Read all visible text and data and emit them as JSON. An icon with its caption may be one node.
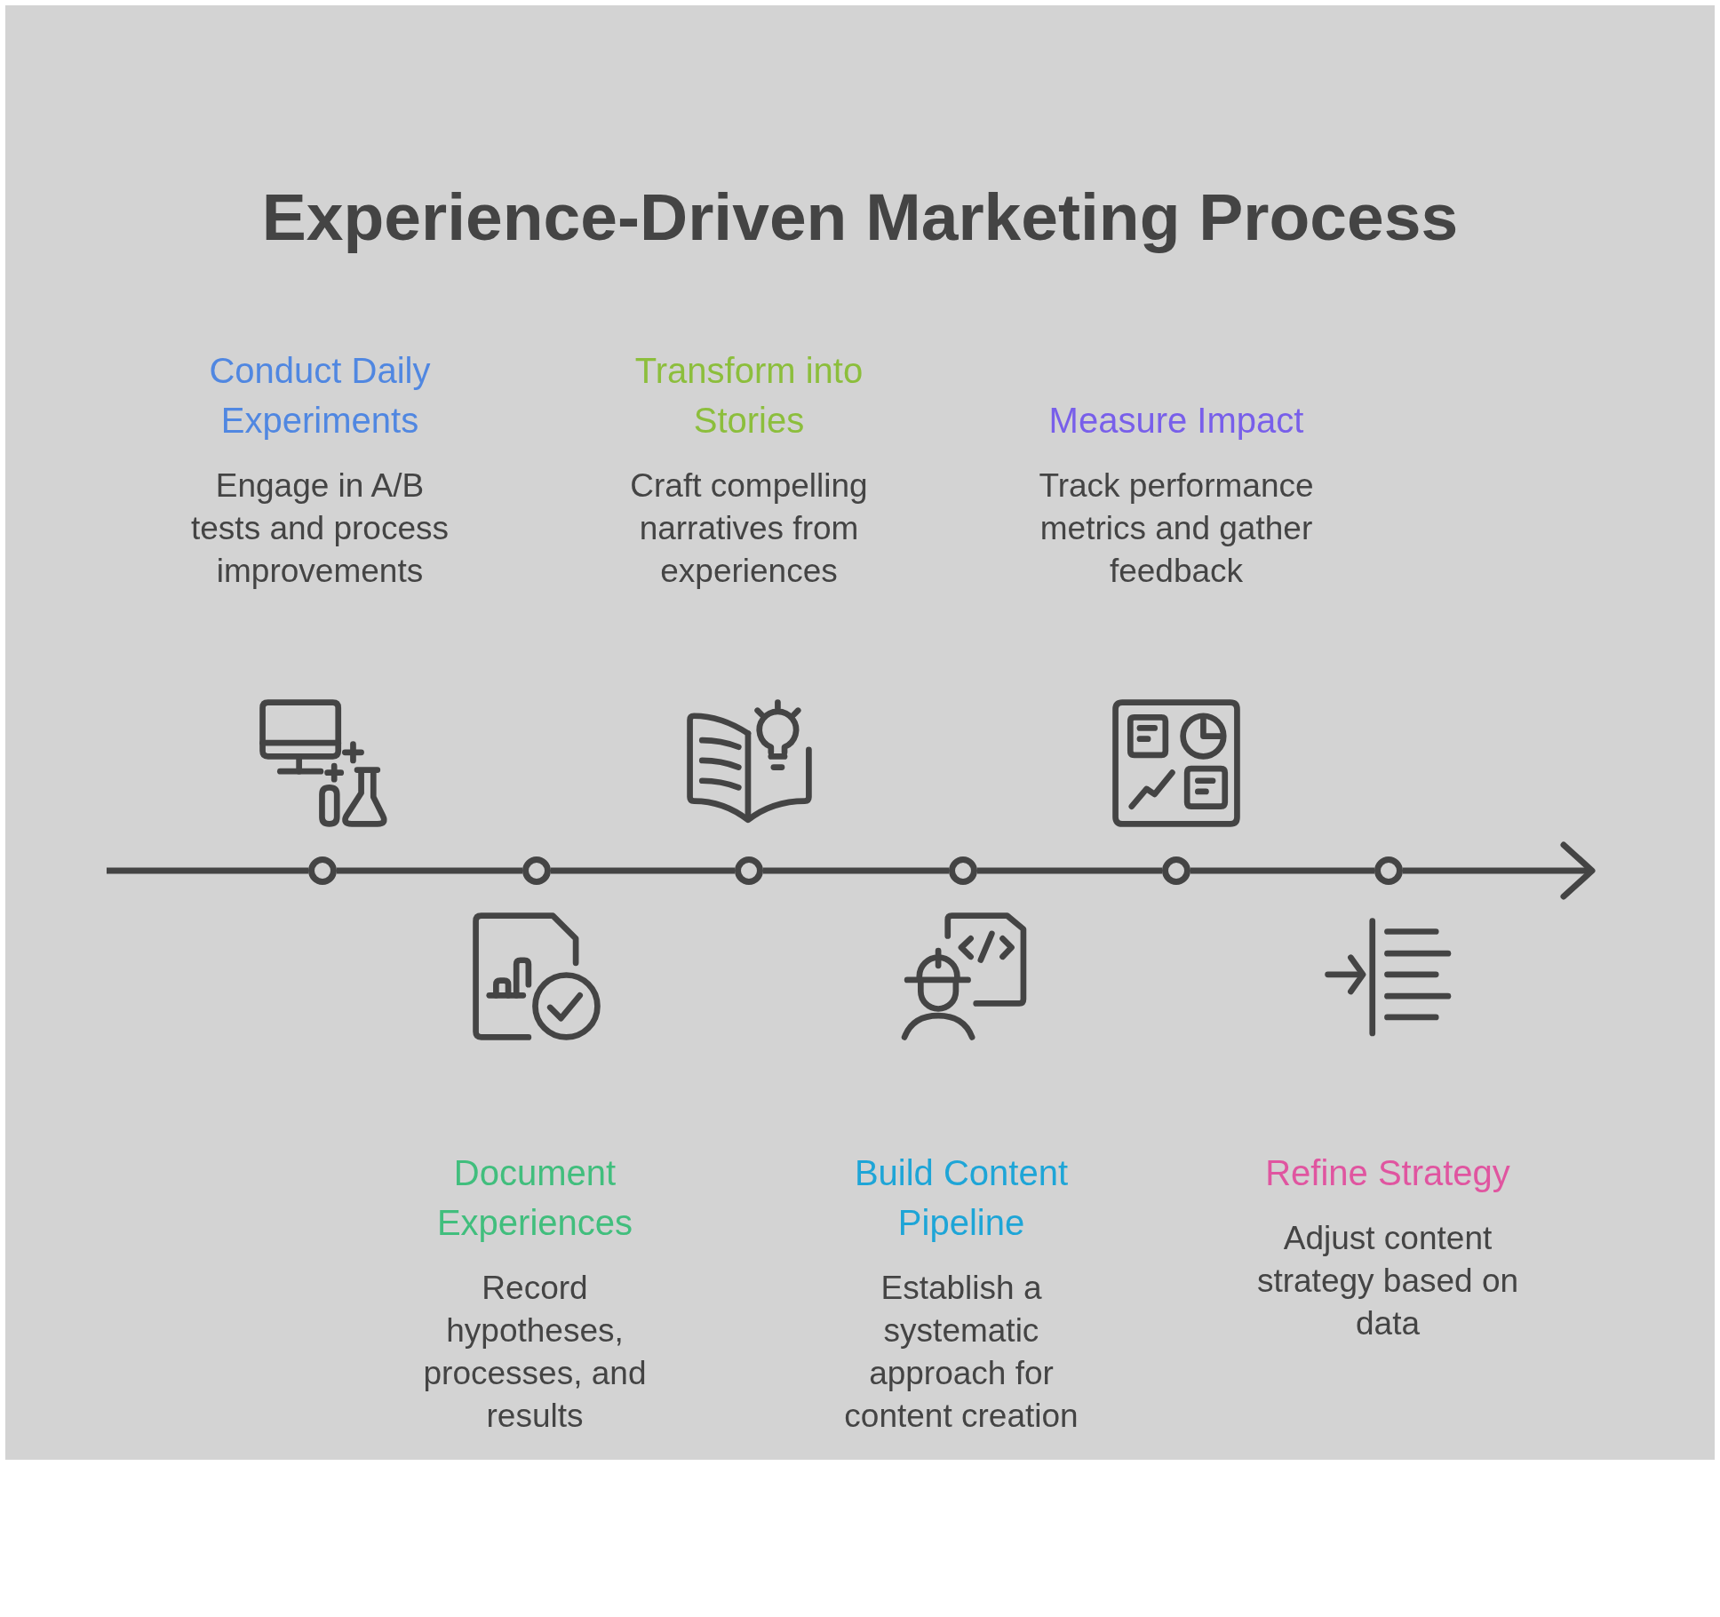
{
  "diagram": {
    "title": "Experience-Driven Marketing Process",
    "nodes": [
      {
        "text": [
          "Conduct Daily Experiments",
          "Engage in A/B tests and process improvements"
        ]
      },
      {
        "text": [
          "Document Experiences",
          "Record hypotheses, processes, and results"
        ]
      },
      {
        "text": [
          "Transform into Stories",
          "Craft compelling narratives from experiences"
        ]
      },
      {
        "text": [
          "Build Content Pipeline",
          "Establish a systematic approach for content creation"
        ]
      },
      {
        "text": [
          "Measure Impact",
          "Track performance metrics and gather feedback"
        ]
      },
      {
        "text": [
          "Refine Strategy",
          "Adjust content strategy based on data"
        ]
      },
      {
        "text": [],
        "shape": "circle"
      },
      {
        "text": [],
        "shape": "circle"
      },
      {
        "text": [],
        "shape": "circle"
      },
      {
        "text": [],
        "shape": "circle"
      },
      {
        "text": [],
        "shape": "circle"
      },
      {
        "text": [],
        "shape": "circle"
      }
    ],
    "edges": [
      {
        "from": null,
        "to": 6,
        "arrow": "none"
      },
      {
        "from": 6,
        "to": 7,
        "arrow": "none"
      },
      {
        "from": 7,
        "to": 8,
        "arrow": "none"
      },
      {
        "from": 8,
        "to": 9,
        "arrow": "none"
      },
      {
        "from": 9,
        "to": 10,
        "arrow": "none"
      },
      {
        "from": 10,
        "to": 11,
        "arrow": "none"
      },
      {
        "from": 11,
        "to": null,
        "arrow": "to"
      }
    ]
  }
}
